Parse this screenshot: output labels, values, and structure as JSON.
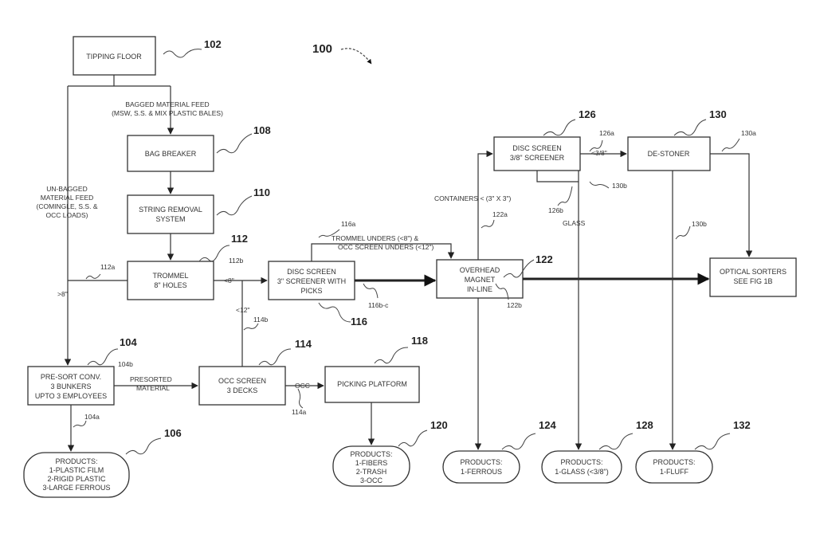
{
  "figure_number": "100",
  "boxes": {
    "tipping_floor": {
      "lines": [
        "TIPPING FLOOR"
      ],
      "ref": "102"
    },
    "bag_breaker": {
      "lines": [
        "BAG BREAKER"
      ],
      "ref": "108"
    },
    "string_removal": {
      "lines": [
        "STRING REMOVAL",
        "SYSTEM"
      ],
      "ref": "110"
    },
    "trommel": {
      "lines": [
        "TROMMEL",
        "8\" HOLES"
      ],
      "ref": "112"
    },
    "disc_screen_3": {
      "lines": [
        "DISC SCREEN",
        "3\" SCREENER WITH",
        "PICKS"
      ],
      "ref": "116"
    },
    "overhead_magnet": {
      "lines": [
        "OVERHEAD",
        "MAGNET",
        "IN-LINE"
      ],
      "ref": "122"
    },
    "disc_screen_38": {
      "lines": [
        "DISC SCREEN",
        "3/8\" SCREENER"
      ],
      "ref": "126"
    },
    "de_stoner": {
      "lines": [
        "DE-STONER"
      ],
      "ref": "130"
    },
    "optical_sorters": {
      "lines": [
        "OPTICAL SORTERS",
        "SEE FIG 1B"
      ]
    },
    "pre_sort": {
      "lines": [
        "PRE-SORT CONV.",
        "3 BUNKERS",
        "UPTO 3 EMPLOYEES"
      ],
      "ref": "104"
    },
    "occ_screen": {
      "lines": [
        "OCC SCREEN",
        "3 DECKS"
      ],
      "ref": "114"
    },
    "picking_platform": {
      "lines": [
        "PICKING PLATFORM"
      ],
      "ref": "118"
    }
  },
  "products": {
    "p106": {
      "lines": [
        "PRODUCTS:",
        "1-PLASTIC FILM",
        "2-RIGID PLASTIC",
        "3-LARGE FERROUS"
      ],
      "ref": "106"
    },
    "p120": {
      "lines": [
        "PRODUCTS:",
        "1-FIBERS",
        "2-TRASH",
        "3-OCC"
      ],
      "ref": "120"
    },
    "p124": {
      "lines": [
        "PRODUCTS:",
        "1-FERROUS"
      ],
      "ref": "124"
    },
    "p128": {
      "lines": [
        "PRODUCTS:",
        "1-GLASS (<3/8\")"
      ],
      "ref": "128"
    },
    "p132": {
      "lines": [
        "PRODUCTS:",
        "1-FLUFF"
      ],
      "ref": "132"
    }
  },
  "labels": {
    "bagged_feed": [
      "BAGGED MATERIAL FEED",
      "(MSW, S.S. & MIX PLASTIC BALES)"
    ],
    "unbagged_feed": [
      "UN-BAGGED",
      "MATERIAL FEED",
      "(COMINGLE, S.S. &",
      "OCC LOADS)"
    ],
    "gt8": ">8\"",
    "lt8": "<8\"",
    "lt12": "<12\"",
    "trommel_unders": [
      "TROMMEL UNDERS (<8\") &",
      "OCC SCREEN UNDERS (<12\")"
    ],
    "containers": "CONTAINERS < (3\" X 3\")",
    "glass": "GLASS",
    "lt38": "<3/8\"",
    "presorted": [
      "PRESORTED",
      "MATERIAL"
    ],
    "occ": "OCC"
  },
  "line_refs": {
    "r112a": "112a",
    "r112b": "112b",
    "r116a": "116a",
    "r116bc": "116b-c",
    "r114b": "114b",
    "r114a": "114a",
    "r104b": "104b",
    "r104a": "104a",
    "r122a": "122a",
    "r122b": "122b",
    "r126a": "126a",
    "r126b": "126b",
    "r130a": "130a",
    "r130b1": "130b",
    "r130b2": "130b"
  }
}
